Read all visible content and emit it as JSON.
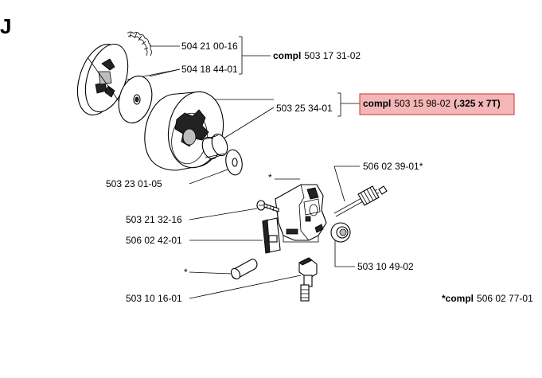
{
  "section_letter": "J",
  "labels": {
    "p_504_21_00_16": "504 21 00-16",
    "p_504_18_44_01": "504 18 44-01",
    "compl_1_prefix": "compl",
    "compl_1_num": "503 17 31-02",
    "p_503_25_34_01": "503 25 34-01",
    "compl_2_prefix": "compl",
    "compl_2_num": "503 15 98-02",
    "compl_2_spec": "(.325 x 7T)",
    "p_503_23_01_05": "503 23 01-05",
    "p_506_02_39_01": "506 02 39-01*",
    "star_1": "*",
    "p_503_21_32_16": "503 21 32-16",
    "p_506_02_42_01": "506 02 42-01",
    "p_503_10_49_02": "503 10 49-02",
    "star_2": "*",
    "p_503_10_16_01": "503 10 16-01",
    "compl_3_prefix": "*compl",
    "compl_3_num": "506 02 77-01"
  },
  "colors": {
    "highlight_fill": "#f4b6b6",
    "highlight_border": "#cc3333"
  }
}
